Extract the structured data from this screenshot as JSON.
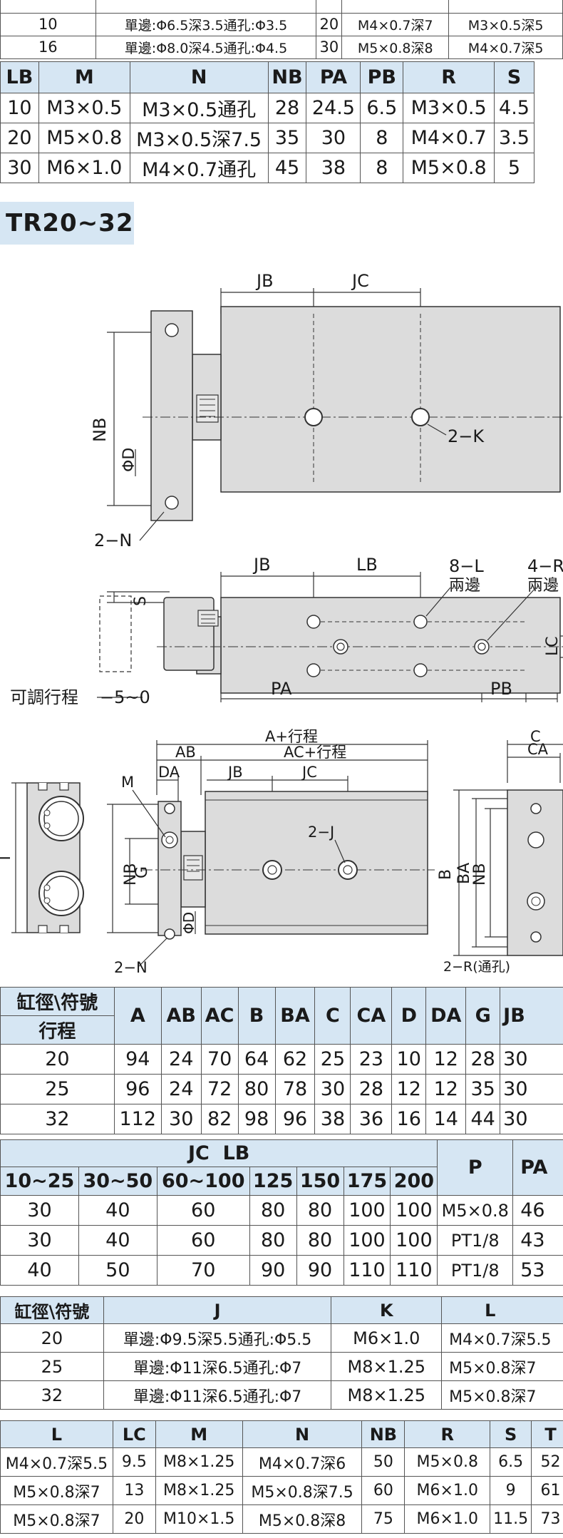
{
  "top_rows": [
    {
      "a": "10",
      "b": "單邊:Φ6.5深3.5通孔:Φ3.5",
      "c": "20",
      "d": "M4×0.7深7",
      "e": "M3×0.5深5"
    },
    {
      "a": "16",
      "b": "單邊:Φ8.0深4.5通孔:Φ4.5",
      "c": "30",
      "d": "M5×0.8深8",
      "e": "M4×0.7深5"
    }
  ],
  "t1": {
    "headers": [
      "LB",
      "M",
      "N",
      "NB",
      "PA",
      "PB",
      "R",
      "S"
    ],
    "rows": [
      [
        "10",
        "M3×0.5",
        "M3×0.5通孔",
        "28",
        "24.5",
        "6.5",
        "M3×0.5",
        "4.5"
      ],
      [
        "20",
        "M5×0.8",
        "M3×0.5深7.5",
        "35",
        "30",
        "8",
        "M4×0.7",
        "3.5"
      ],
      [
        "30",
        "M6×1.0",
        "M4×0.7通孔",
        "45",
        "38",
        "8",
        "M5×0.8",
        "5"
      ]
    ]
  },
  "section_title": "TR20~32",
  "drawing": {
    "top_view": {
      "jb": "JB",
      "jc": "JC",
      "nb": "NB",
      "phid": "ΦD",
      "k": "2−K",
      "n": "2−N"
    },
    "side_view": {
      "jb": "JB",
      "lb": "LB",
      "l": "8−L",
      "l_sub": "兩邊",
      "r": "4−R",
      "r_sub": "兩邊",
      "s": "S",
      "lc": "LC",
      "pa": "PA",
      "pb": "PB",
      "adj": "可調行程",
      "stroke": "−5~0"
    },
    "front_view": {
      "a": "A+行程",
      "ab": "AB",
      "ac": "AC+行程",
      "da": "DA",
      "jb": "JB",
      "jc": "JC",
      "m": "M",
      "j": "2−J",
      "nb": "NB",
      "g": "G",
      "phid": "ΦD",
      "n": "2−N",
      "t": "T"
    },
    "end_view": {
      "c": "C",
      "ca": "CA",
      "b": "B",
      "ba": "BA",
      "nb": "NB",
      "r": "2−R(通孔)"
    }
  },
  "t2": {
    "h1": "缸徑\\符號",
    "h2": "行程",
    "headers": [
      "A",
      "AB",
      "AC",
      "B",
      "BA",
      "C",
      "CA",
      "D",
      "DA",
      "G",
      "JB"
    ],
    "rows": [
      [
        "20",
        "94",
        "24",
        "70",
        "64",
        "62",
        "25",
        "23",
        "10",
        "12",
        "28",
        "30"
      ],
      [
        "25",
        "96",
        "24",
        "72",
        "80",
        "78",
        "30",
        "28",
        "12",
        "12",
        "35",
        "30"
      ],
      [
        "32",
        "112",
        "30",
        "82",
        "98",
        "96",
        "38",
        "36",
        "16",
        "14",
        "44",
        "30"
      ]
    ]
  },
  "t3": {
    "group": "JC  LB",
    "sub": [
      "10~25",
      "30~50",
      "60~100",
      "125",
      "150",
      "175",
      "200"
    ],
    "p": "P",
    "pa": "PA",
    "rows": [
      [
        "30",
        "40",
        "60",
        "80",
        "80",
        "100",
        "100",
        "M5×0.8",
        "46"
      ],
      [
        "30",
        "40",
        "60",
        "80",
        "80",
        "100",
        "100",
        "PT1/8",
        "43"
      ],
      [
        "40",
        "50",
        "70",
        "90",
        "90",
        "110",
        "110",
        "PT1/8",
        "53"
      ]
    ]
  },
  "t4": {
    "headers": [
      "缸徑\\符號",
      "J",
      "K",
      "L"
    ],
    "rows": [
      [
        "20",
        "單邊:Φ9.5深5.5通孔:Φ5.5",
        "M6×1.0",
        "M4×0.7深5.5"
      ],
      [
        "25",
        "單邊:Φ11深6.5通孔:Φ7",
        "M8×1.25",
        "M5×0.8深7"
      ],
      [
        "32",
        "單邊:Φ11深6.5通孔:Φ7",
        "M8×1.25",
        "M5×0.8深7"
      ]
    ]
  },
  "t5": {
    "headers": [
      "L",
      "LC",
      "M",
      "N",
      "NB",
      "R",
      "S",
      "T"
    ],
    "rows": [
      [
        "M4×0.7深5.5",
        "9.5",
        "M8×1.25",
        "M4×0.7深6",
        "50",
        "M5×0.8",
        "6.5",
        "52"
      ],
      [
        "M5×0.8深7",
        "13",
        "M8×1.25",
        "M5×0.8深7.5",
        "60",
        "M6×1.0",
        "9",
        "61"
      ],
      [
        "M5×0.8深7",
        "20",
        "M10×1.5",
        "M5×0.8深8",
        "75",
        "M6×1.0",
        "11.5",
        "73"
      ]
    ]
  }
}
